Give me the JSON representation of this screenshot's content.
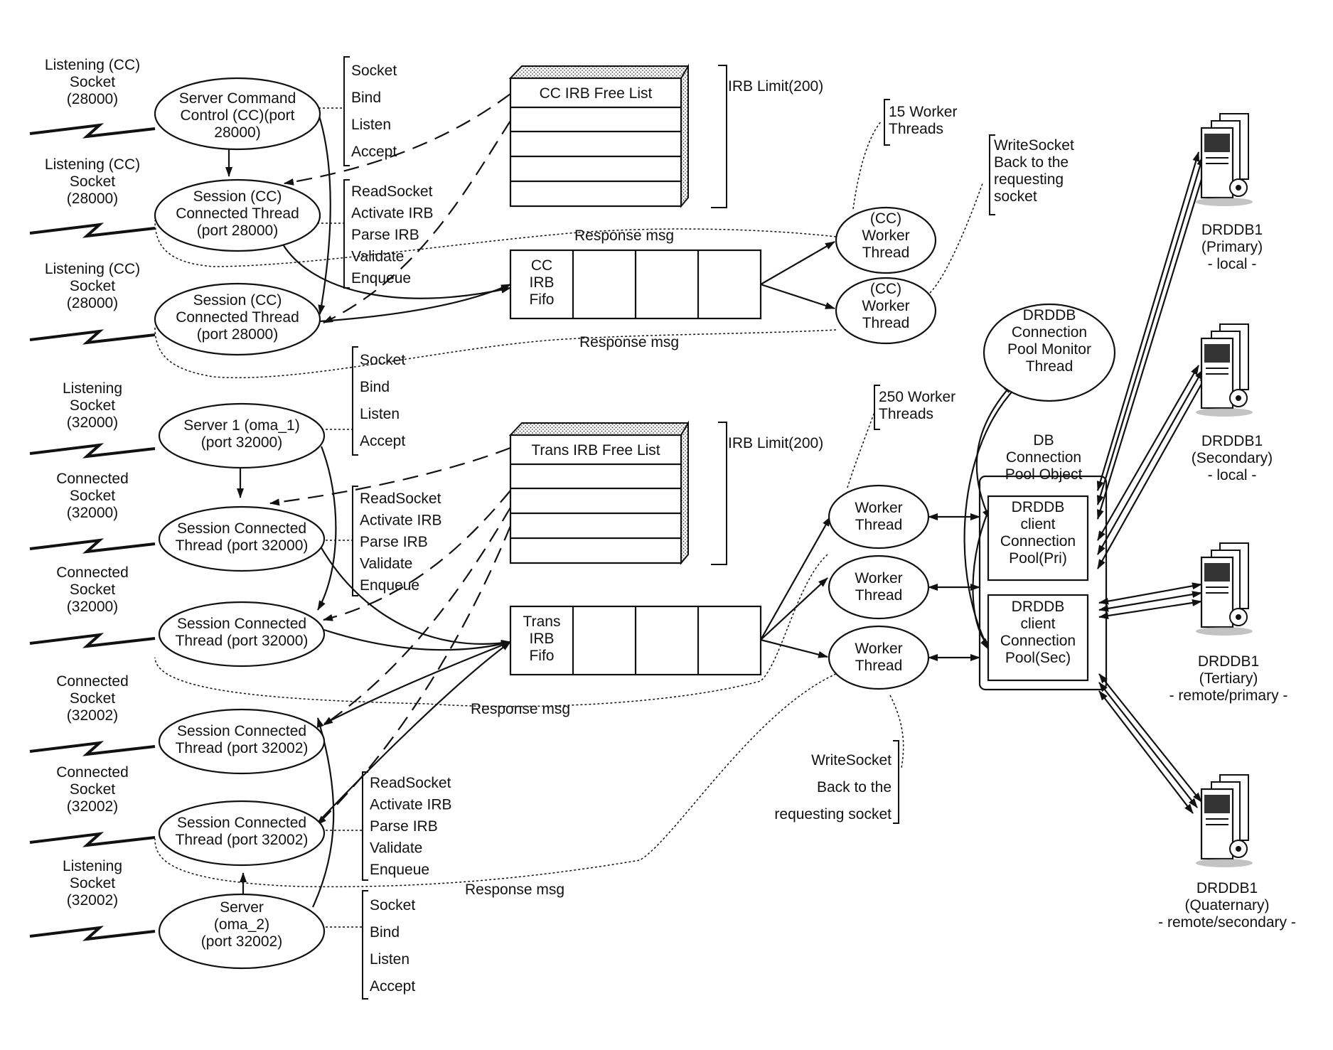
{
  "sockets": [
    "Listening (CC)\nSocket\n(28000)",
    "Listening (CC)\nSocket\n(28000)",
    "Listening (CC)\nSocket\n(28000)",
    "Listening\nSocket\n(32000)",
    "Connected\nSocket\n(32000)",
    "Connected\nSocket\n(32000)",
    "Connected\nSocket\n(32002)",
    "Connected\nSocket\n(32002)",
    "Listening\nSocket\n(32002)"
  ],
  "threads": [
    "Server Command\nControl (CC)(port\n28000)",
    "Session (CC)\nConnected Thread\n(port 28000)",
    "Session (CC)\nConnected Thread\n(port 28000)",
    "Server 1 (oma_1)\n(port 32000)",
    "Session Connected\nThread (port 32000)",
    "Session Connected\nThread (port 32000)",
    "Session Connected\nThread (port 32002)",
    "Session Connected\nThread (port 32002)",
    "Server\n(oma_2)\n(port 32002)"
  ],
  "step_lists": {
    "socket_setup": [
      "Socket",
      "Bind",
      "Listen",
      "Accept"
    ],
    "irb_processing": [
      "ReadSocket",
      "Activate IRB",
      "Parse IRB",
      "Validate",
      "Enqueue"
    ]
  },
  "cc_free_list": {
    "title": "CC IRB Free List",
    "limit": "IRB Limit(200)"
  },
  "trans_free_list": {
    "title": "Trans IRB Free List",
    "limit": "IRB Limit(200)"
  },
  "cc_fifo": {
    "label": "CC\nIRB\nFifo"
  },
  "trans_fifo": {
    "label": "Trans\nIRB\nFifo"
  },
  "cc_worker_count": "15 Worker\nThreads",
  "trans_worker_count": "250 Worker\nThreads",
  "cc_worker_thread": "(CC)\nWorker\nThread",
  "worker_thread": "Worker\nThread",
  "write_socket_cc": "WriteSocket\nBack to the\nrequesting\nsocket",
  "write_socket_trans": [
    "WriteSocket",
    "Back to the",
    "requesting socket"
  ],
  "response_msg": "Response msg",
  "monitor_thread": "DRDDB\nConnection\nPool Monitor\nThread",
  "pool_object": "DB\nConnection\nPool Object",
  "pool_primary": "DRDDB\nclient\nConnection\nPool(Pri)",
  "pool_secondary": "DRDDB\nclient\nConnection\nPool(Sec)",
  "servers": [
    "DRDDB1\n(Primary)\n- local -",
    "DRDDB1\n(Secondary)\n- local -",
    "DRDDB1\n(Tertiary)\n- remote/primary -",
    "DRDDB1\n(Quaternary)\n- remote/secondary -"
  ],
  "icons": {
    "socket": "lightning-bolt-icon",
    "server": "server-tower-icon"
  }
}
